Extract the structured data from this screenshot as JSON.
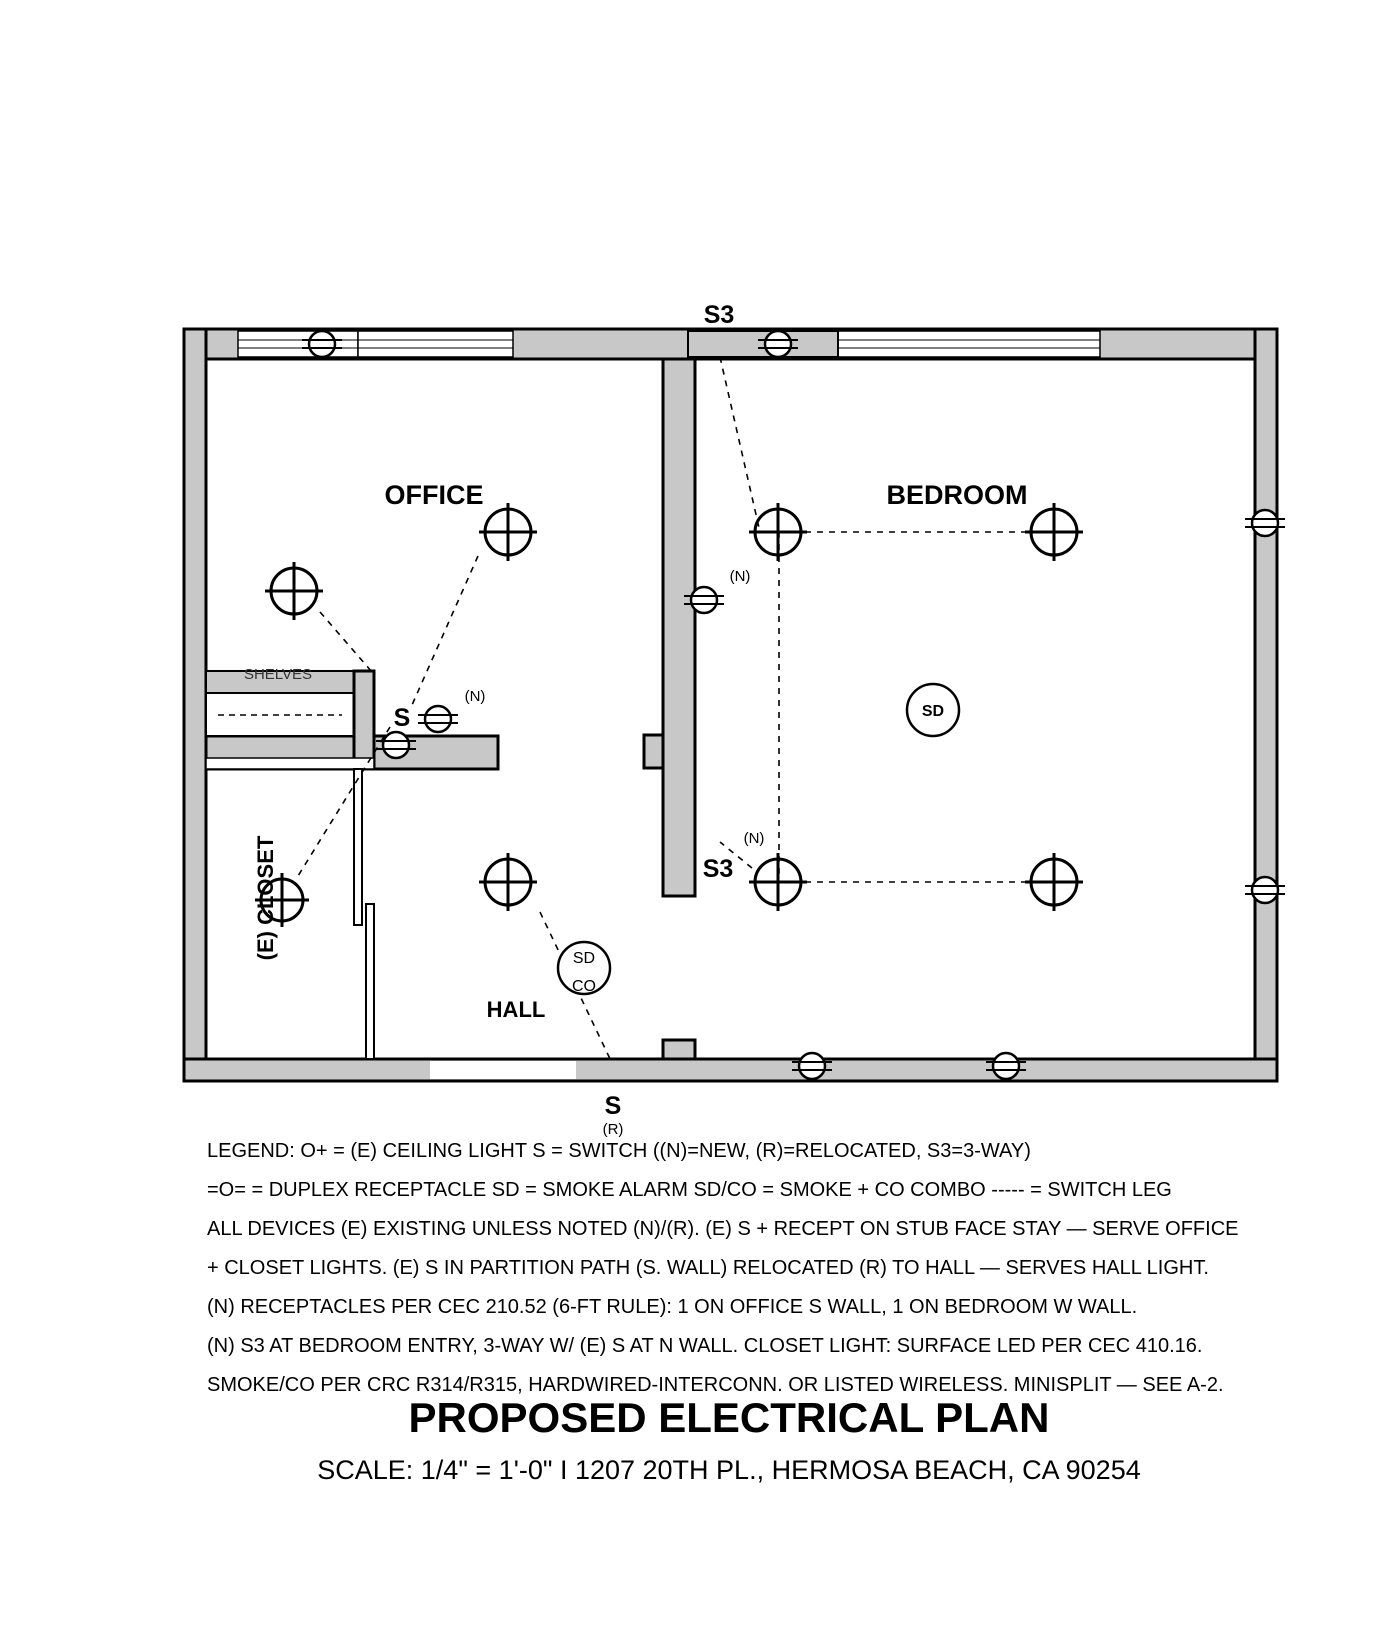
{
  "rooms": {
    "office": "OFFICE",
    "bedroom": "BEDROOM",
    "hall": "HALL",
    "closet": "(E) CLOSET",
    "shelves": "SHELVES"
  },
  "symbols": {
    "s3_top": "S3",
    "s3_entry": "S3",
    "s_office": "S",
    "s_hall": "S",
    "r_mark": "(R)",
    "n_office": "(N)",
    "n_bedroom_wall": "(N)",
    "n_entry": "(N)",
    "sd_bedroom": "SD",
    "sd_hall": "SD",
    "co_hall": "CO"
  },
  "legend": [
    "LEGEND: O+ = (E) CEILING LIGHT S = SWITCH ((N)=NEW, (R)=RELOCATED, S3=3-WAY)",
    "=O= = DUPLEX RECEPTACLE SD = SMOKE ALARM SD/CO = SMOKE + CO COMBO ----- = SWITCH LEG",
    "ALL DEVICES (E) EXISTING UNLESS NOTED (N)/(R). (E) S + RECEPT ON STUB FACE STAY — SERVE OFFICE",
    "+ CLOSET LIGHTS. (E) S IN PARTITION PATH (S. WALL) RELOCATED (R) TO HALL — SERVES HALL LIGHT.",
    "(N) RECEPTACLES PER CEC 210.52 (6-FT RULE): 1 ON OFFICE S WALL, 1 ON BEDROOM W WALL.",
    "(N) S3 AT BEDROOM ENTRY, 3-WAY W/ (E) S AT N WALL. CLOSET LIGHT: SURFACE LED PER CEC 410.16.",
    "SMOKE/CO PER CRC R314/R315, HARDWIRED-INTERCONN. OR LISTED WIRELESS. MINISPLIT — SEE A-2."
  ],
  "title": "PROPOSED ELECTRICAL PLAN",
  "subtitle": "SCALE: 1/4\" = 1'-0\" I 1207 20TH PL., HERMOSA BEACH, CA 90254"
}
